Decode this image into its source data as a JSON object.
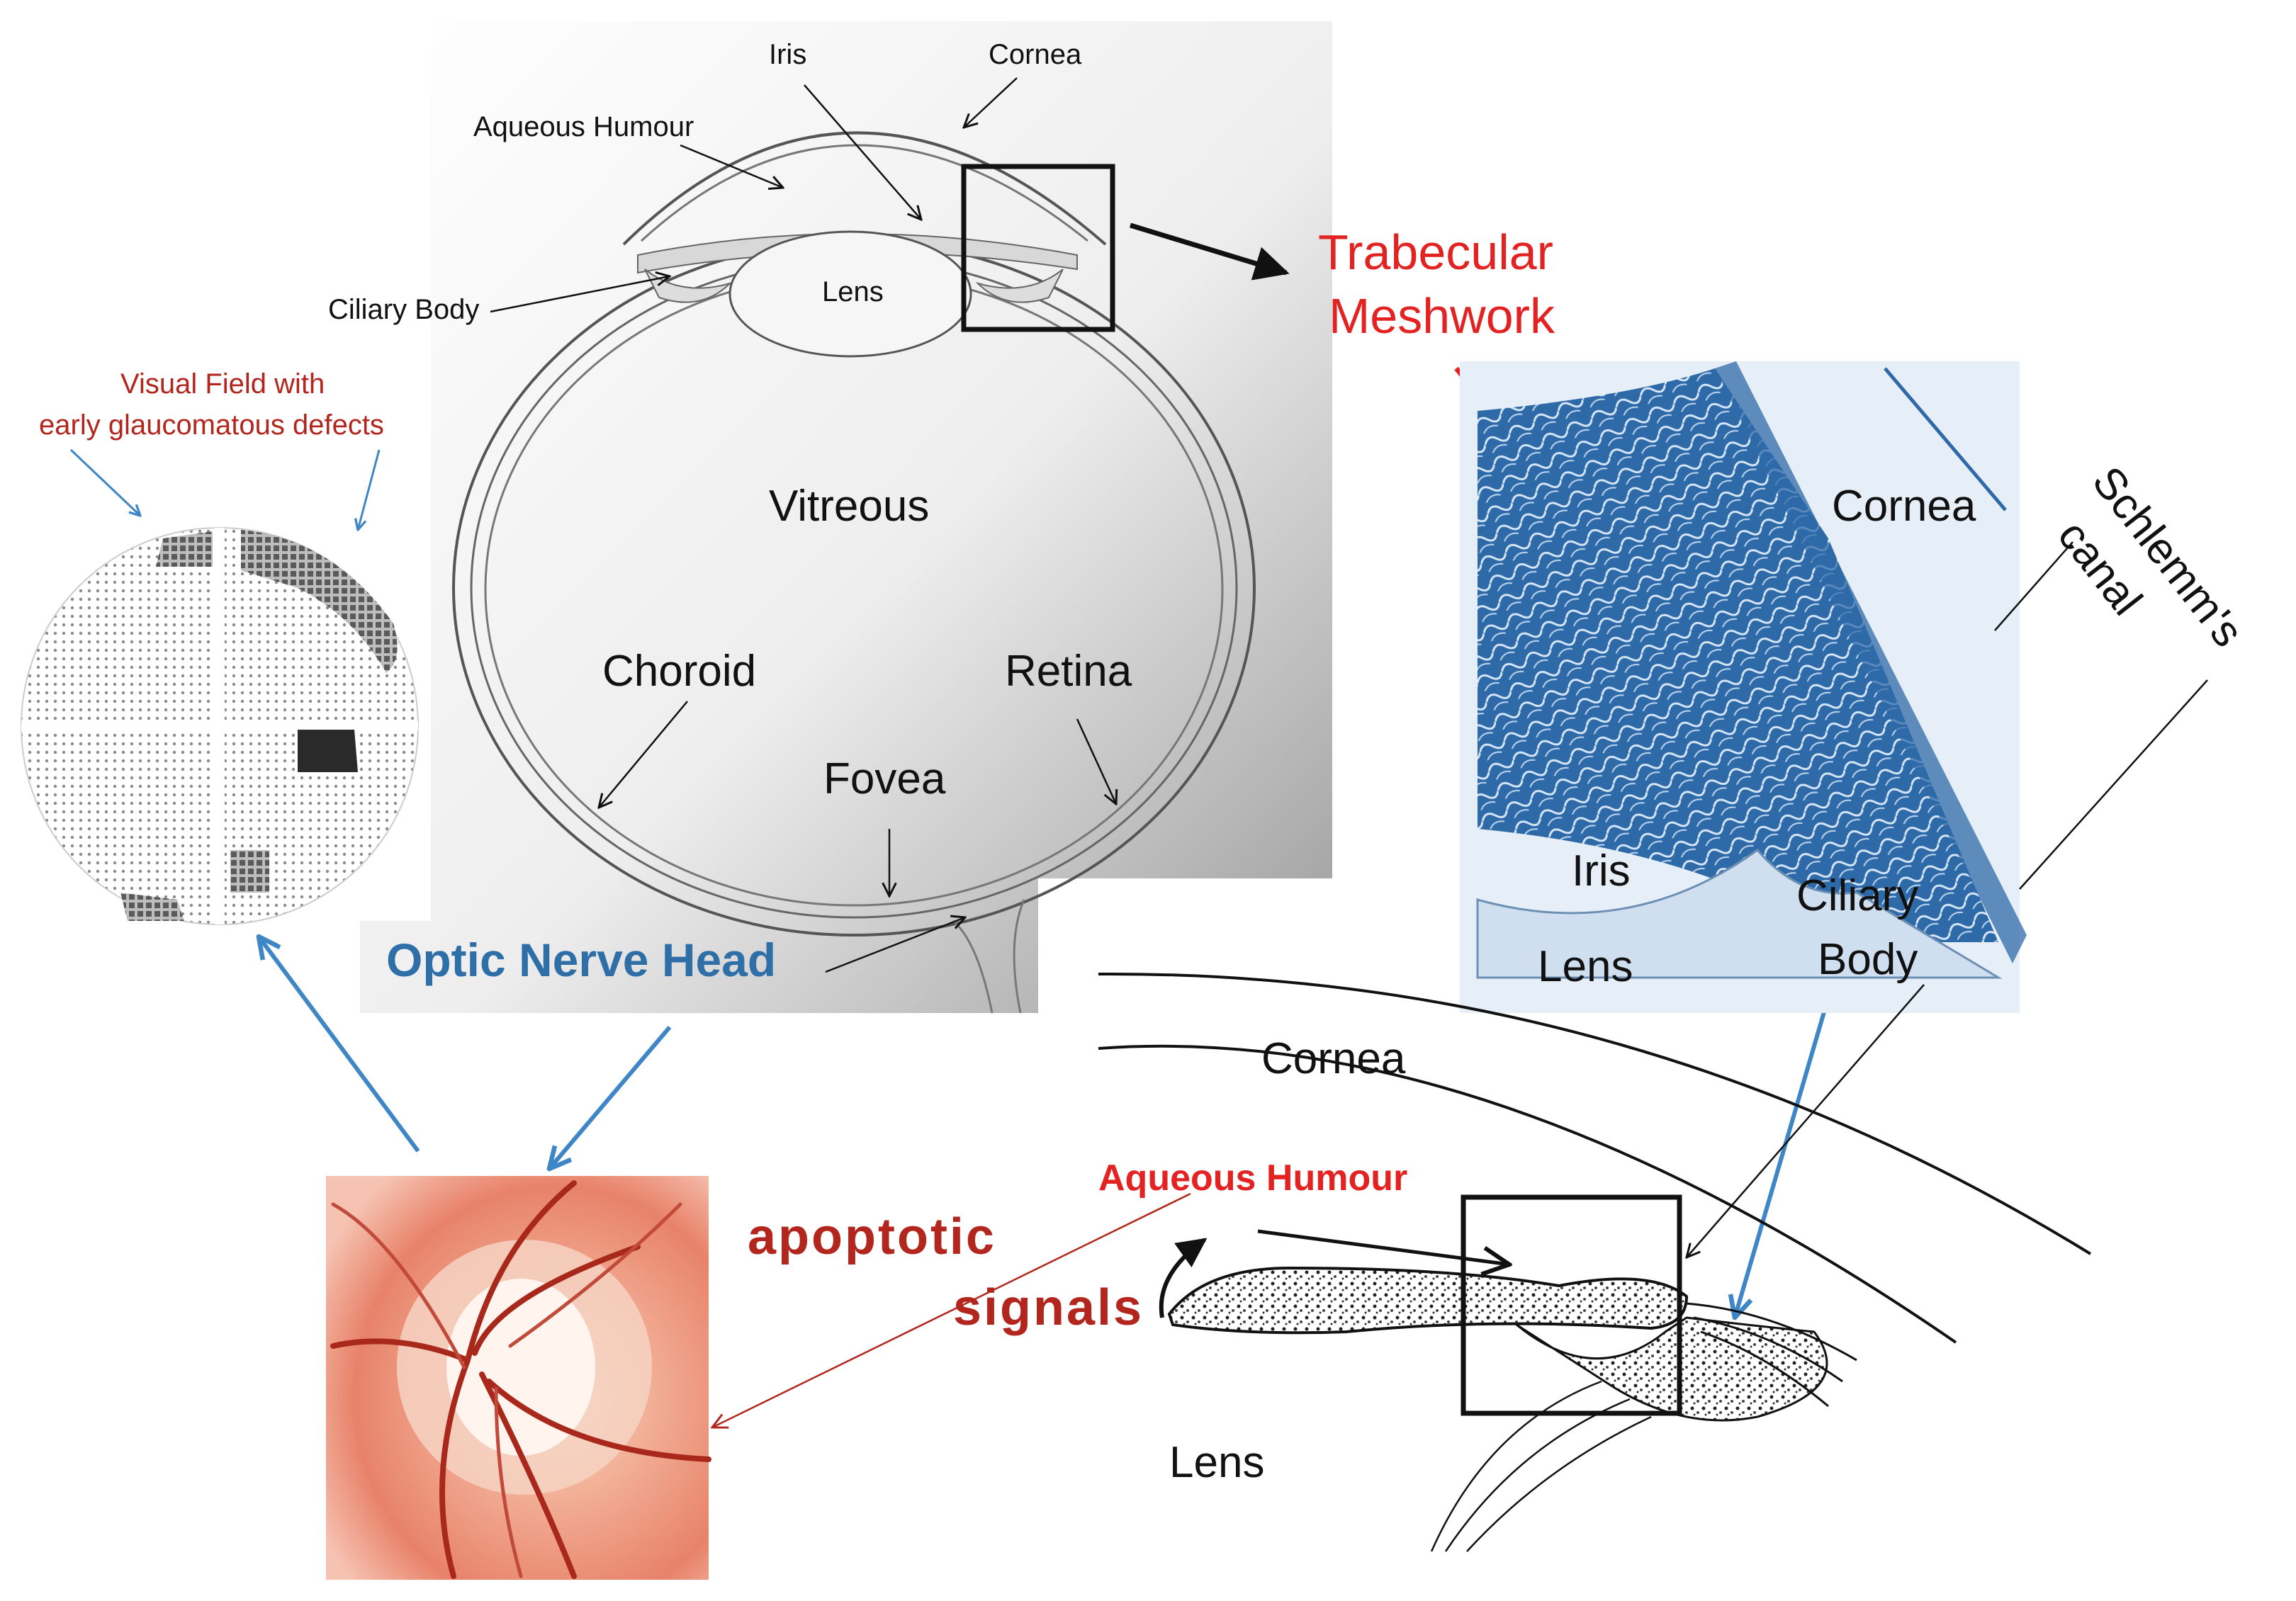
{
  "eye": {
    "labels": {
      "iris": "Iris",
      "cornea": "Cornea",
      "aqueous_humour": "Aqueous Humour",
      "ciliary_body": "Ciliary Body",
      "lens": "Lens",
      "vitreous": "Vitreous",
      "choroid": "Choroid",
      "retina": "Retina",
      "fovea": "Fovea",
      "optic_nerve_head": "Optic Nerve Head"
    }
  },
  "visual_field": {
    "caption_line1": "Visual Field  with",
    "caption_line2": "early glaucomatous defects"
  },
  "trabecular": {
    "title_line1": "Trabecular",
    "title_line2": "Meshwork",
    "labels": {
      "cornea": "Cornea",
      "schlemms_canal_line1": "Schlemm's",
      "schlemms_canal_line2": "canal",
      "iris": "Iris",
      "lens": "Lens",
      "ciliary_line1": "Ciliary",
      "ciliary_line2": "Body"
    }
  },
  "anterior_chamber": {
    "labels": {
      "cornea": "Cornea",
      "aqueous_humour": "Aqueous Humour",
      "lens": "Lens"
    }
  },
  "signals": {
    "line1": "apoptotic",
    "line2": "signals"
  },
  "colors": {
    "red_label": "#e32222",
    "dark_red_label": "#b3261e",
    "blue_arrow": "#3f86c6",
    "blue_title": "#2f6fa8",
    "meshwork_blue": "#2f6aa8",
    "fundus_orange": "#e8826a"
  }
}
